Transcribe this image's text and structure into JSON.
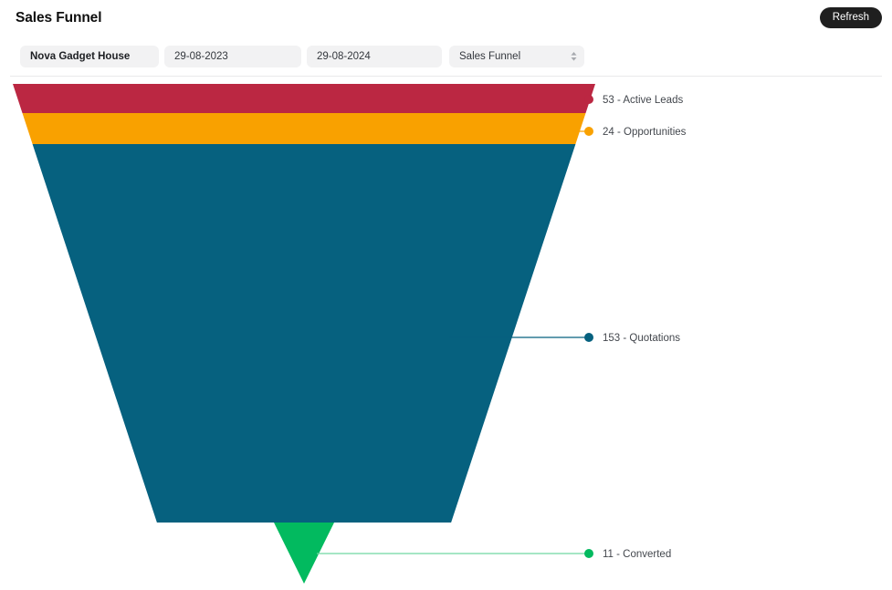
{
  "header": {
    "title": "Sales Funnel",
    "refresh_label": "Refresh"
  },
  "filters": {
    "company": "Nova Gadget House",
    "date_from": "29-08-2023",
    "date_to": "29-08-2024",
    "chart_type": "Sales Funnel",
    "stepper_icon": "chevron-up-down-icon"
  },
  "chart_data": {
    "type": "funnel",
    "title": "Sales Funnel",
    "xlabel": "",
    "ylabel": "",
    "orientation": "inverted-triangle",
    "legend_position": "right-inline",
    "grid": false,
    "categories": [
      "Active Leads",
      "Opportunities",
      "Quotations",
      "Converted"
    ],
    "values": [
      53,
      24,
      153,
      11
    ],
    "colors": [
      "#bb2742",
      "#f9a100",
      "#06617f",
      "#02ba5f"
    ],
    "stages": [
      {
        "label": "53 - Active Leads",
        "name": "Active Leads",
        "value": 53,
        "color": "#bb2742"
      },
      {
        "label": "24 - Opportunities",
        "name": "Opportunities",
        "value": 24,
        "color": "#f9a100"
      },
      {
        "label": "153 - Quotations",
        "name": "Quotations",
        "value": 153,
        "color": "#06617f"
      },
      {
        "label": "11 - Converted",
        "name": "Converted",
        "value": 11,
        "color": "#02ba5f"
      }
    ]
  }
}
